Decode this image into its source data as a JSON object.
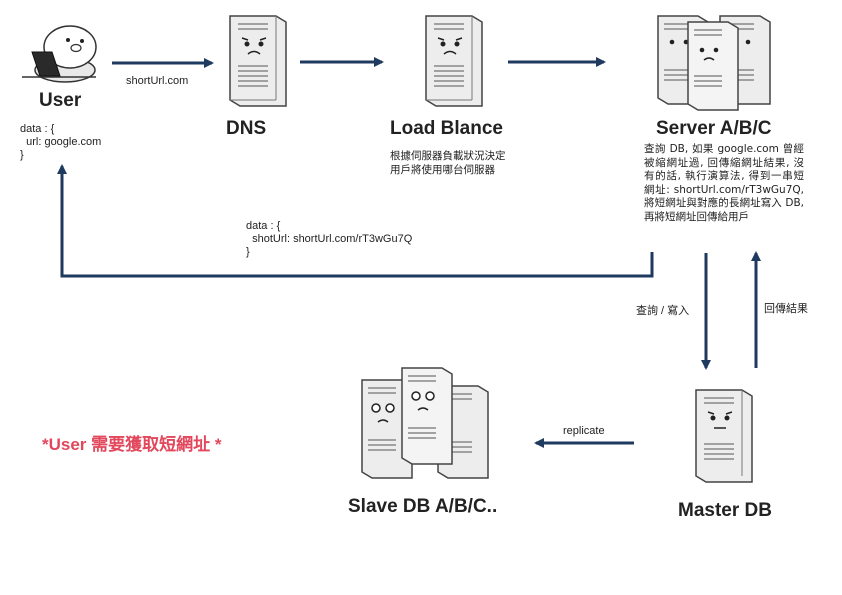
{
  "colors": {
    "arrow": "#1f3a5f",
    "alert": "#e2475c"
  },
  "user": {
    "label": "User",
    "data_lines": [
      "data : {",
      "  url: google.com",
      "}"
    ]
  },
  "arrow_user_dns": {
    "label": "shortUrl.com"
  },
  "dns": {
    "label": "DNS"
  },
  "load_balancer": {
    "label": "Load Blance",
    "note": "根據伺服器負載狀況決定用戶將使用哪台伺服器"
  },
  "server": {
    "label": "Server A/B/C",
    "note": "查詢 DB, 如果 google.com 曾經被縮網址過, 回傳縮網址結果, 沒有的話, 執行演算法, 得到一串短網址: shortUrl.com/rT3wGu7Q, 將短網址與對應的長網址寫入 DB, 再將短網址回傳給用戶"
  },
  "response": {
    "lines": [
      "data : {",
      "  shotUrl: shortUrl.com/rT3wGu7Q",
      "}"
    ]
  },
  "query_arrow": {
    "label": "查詢 / 寫入"
  },
  "return_arrow": {
    "label": "回傳結果"
  },
  "replicate_arrow": {
    "label": "replicate"
  },
  "master_db": {
    "label": "Master DB"
  },
  "slave_db": {
    "label": "Slave DB A/B/C.."
  },
  "requirement": {
    "text": "*User 需要獲取短網址 *"
  }
}
